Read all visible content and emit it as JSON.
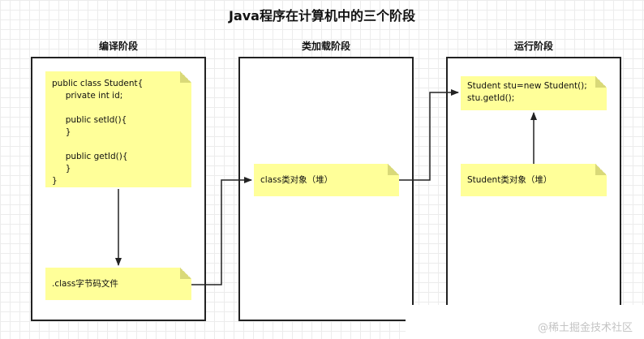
{
  "title": "Java程序在计算机中的三个阶段",
  "stages": [
    {
      "label": "编译阶段"
    },
    {
      "label": "类加载阶段"
    },
    {
      "label": "运行阶段"
    }
  ],
  "notes": {
    "source_code": "public class Student{\n     private int id;\n\n     public setId(){\n     }\n\n     public getId(){\n     }\n}",
    "class_file": ".class字节码文件",
    "class_object_heap": "class类对象（堆）",
    "runtime_code": "Student stu=new Student();\nstu.getId();",
    "student_object_heap": "Student类对象（堆）"
  },
  "watermark": "@稀土掘金技术社区",
  "colors": {
    "note": "#ffff99",
    "border": "#222222",
    "grid": "#ececec"
  }
}
